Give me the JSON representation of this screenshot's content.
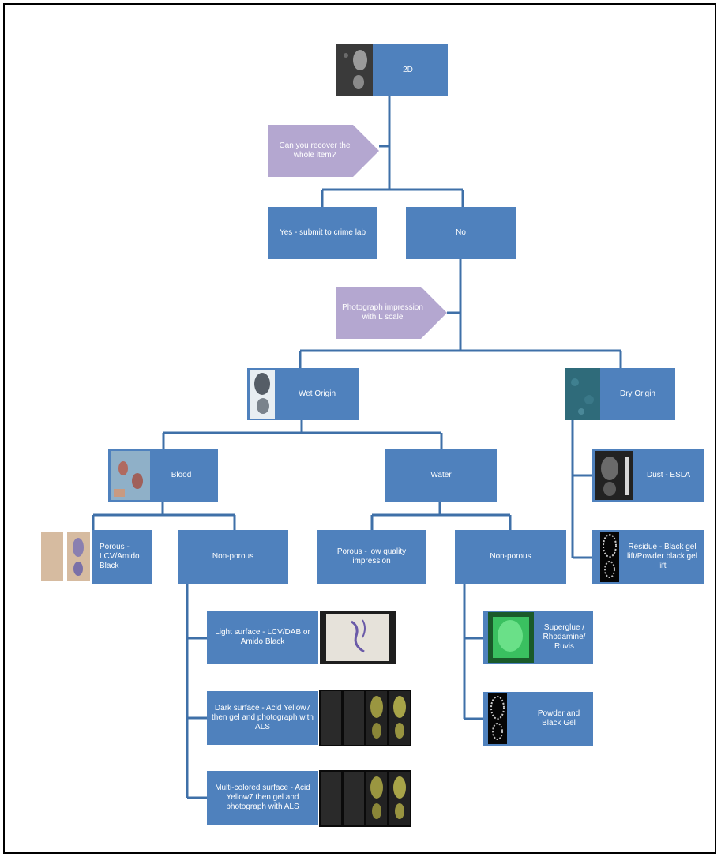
{
  "colors": {
    "box": "#4f81bd",
    "connector": "#3f70a8",
    "decision": "#b4a7d0",
    "text": "#ffffff"
  },
  "nodes": {
    "root": "2D",
    "decision_recover": "Can you recover the whole item?",
    "yes": "Yes - submit to crime lab",
    "no": "No",
    "decision_photo": "Photograph impression with L scale",
    "wet": "Wet Origin",
    "dry": "Dry Origin",
    "blood": "Blood",
    "water": "Water",
    "dust": "Dust - ESLA",
    "residue": "Residue - Black gel lift/Powder black gel lift",
    "porous_blood": "Porous - LCV/Amido Black",
    "nonporous_blood": "Non-porous",
    "porous_water": "Porous - low quality impression",
    "nonporous_water": "Non-porous",
    "light_surface": "Light surface - LCV/DAB or Amido Black",
    "dark_surface": "Dark surface - Acid Yellow7 then gel and photograph with ALS",
    "multi_surface": "Multi-colored surface - Acid Yellow7 then gel and photograph with ALS",
    "superglue": "Superglue / Rhodamine/ Ruvis",
    "powder": "Powder and Black Gel"
  },
  "icons": {
    "root": "shoeprint-photo-icon",
    "wet": "wet-footprint-photo-icon",
    "dry": "dry-footprint-photo-icon",
    "blood": "blood-print-photo-icon",
    "porous": "porous-shoeprint-photo-icon",
    "dust": "dust-shoeprint-photo-icon",
    "residue": "residue-shoeprint-photo-icon",
    "light": "light-surface-print-photo-icon",
    "dark": "dark-surface-als-photo-icon",
    "multi": "multi-surface-als-photo-icon",
    "superglue": "superglue-fluorescent-photo-icon",
    "powder": "powder-gel-shoeprint-photo-icon"
  }
}
